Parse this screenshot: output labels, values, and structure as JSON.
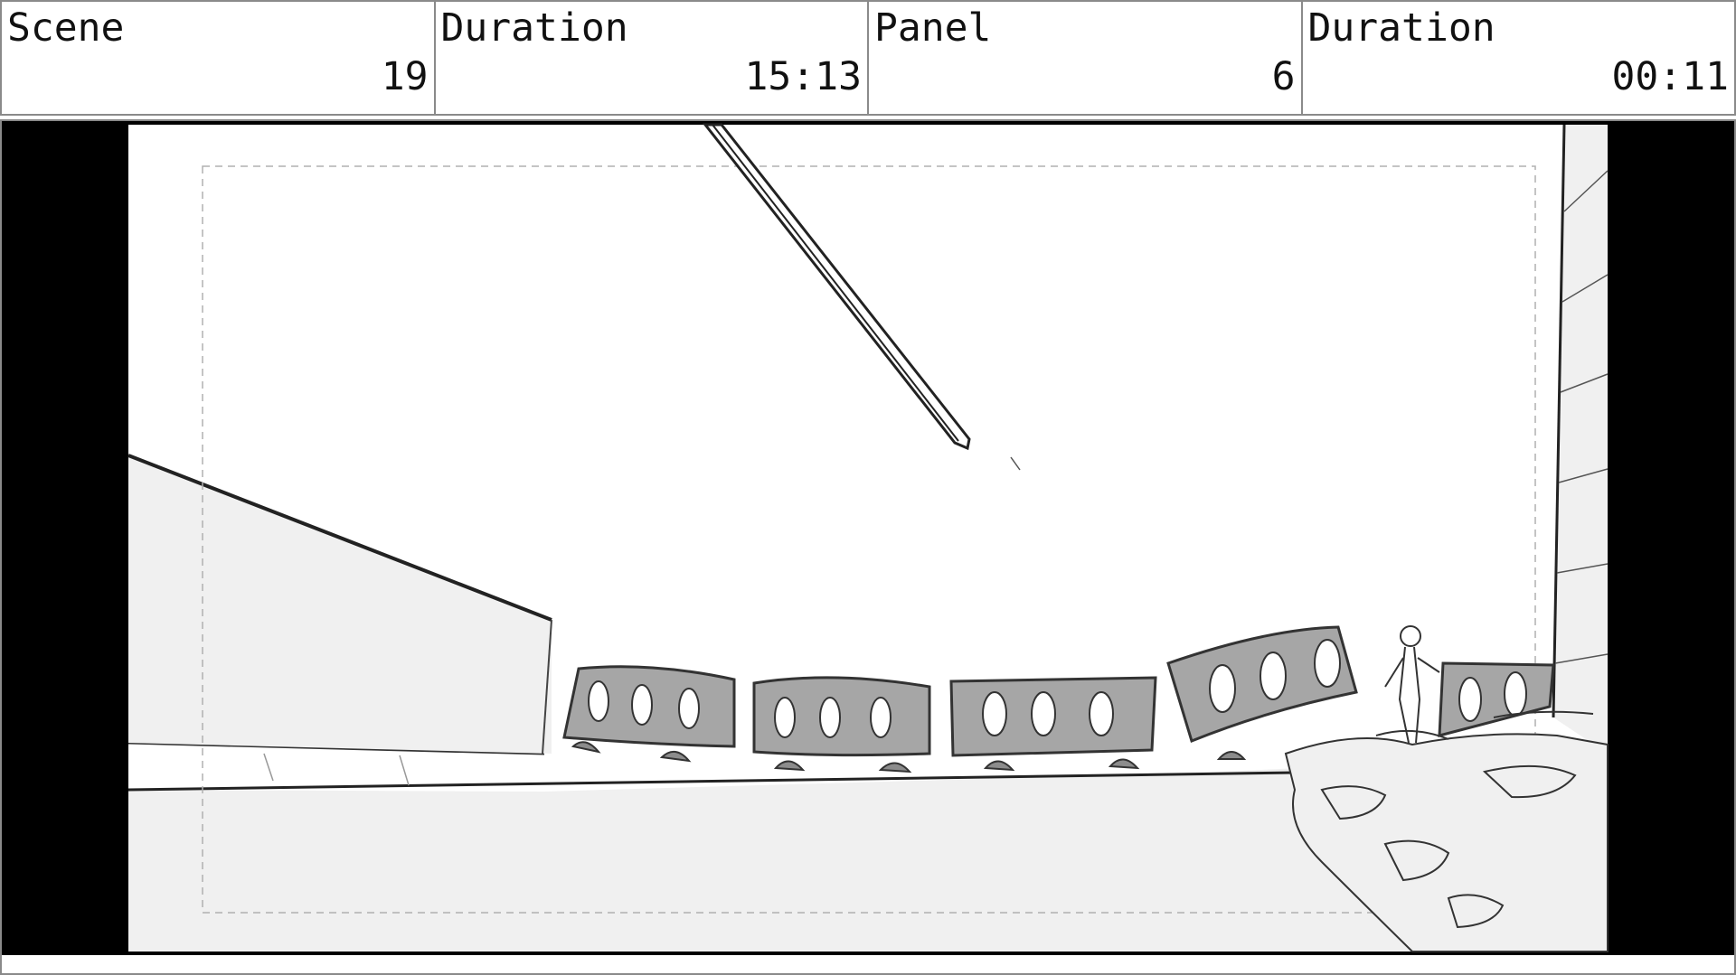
{
  "info_bar": {
    "scene_label": "Scene",
    "scene_value": "19",
    "scene_duration_label": "Duration",
    "scene_duration_value": "15:13",
    "panel_label": "Panel",
    "panel_value": "6",
    "panel_duration_label": "Duration",
    "panel_duration_value": "00:11"
  },
  "colors": {
    "border": "#8a8a8a",
    "letterbox": "#000000",
    "canvas": "#ffffff",
    "sketch_fill": "#f0f0f0",
    "car_fill": "#a6a6a6",
    "line": "#1a1a1a"
  }
}
